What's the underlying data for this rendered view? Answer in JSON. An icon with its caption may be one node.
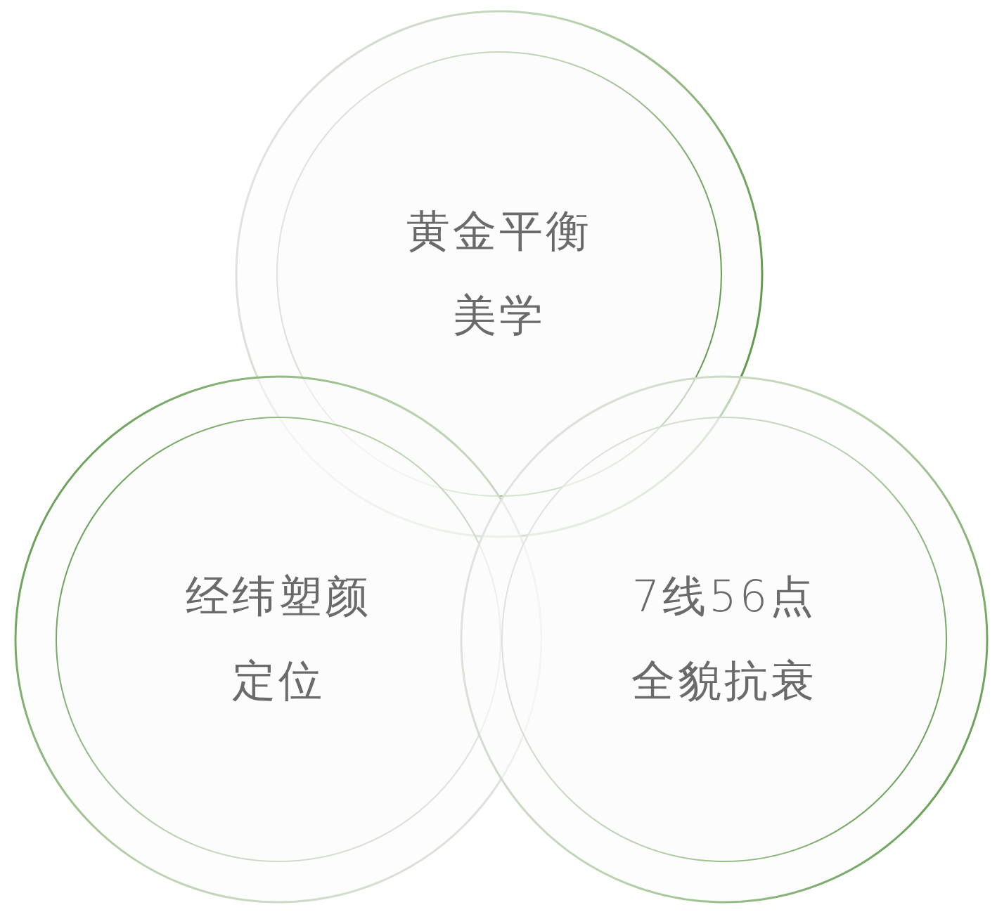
{
  "diagram": {
    "nodes": [
      {
        "text": [
          "黄金平衡美学"
        ]
      },
      {
        "text": [
          "经纬塑颜定位"
        ]
      },
      {
        "text": [
          "7线56点全貌抗衰"
        ]
      }
    ]
  }
}
